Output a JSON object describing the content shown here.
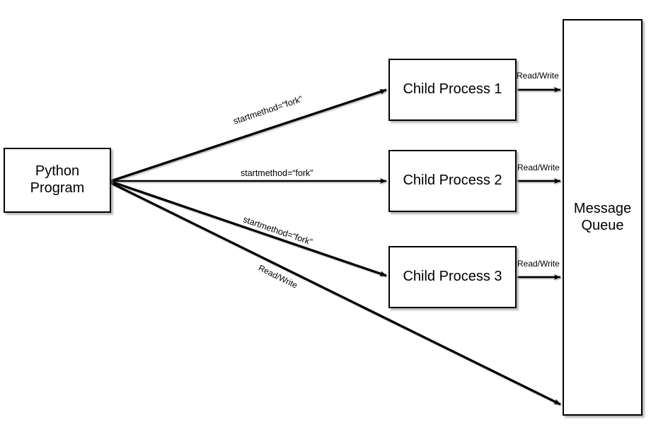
{
  "diagram": {
    "title": "Python multiprocessing fork diagram",
    "background_color": "#ffffff",
    "stroke_color": "#000000",
    "shadow_color": "#828282"
  },
  "nodes": {
    "python_program": {
      "label": "Python\nProgram"
    },
    "child_process_1": {
      "label": "Child Process 1"
    },
    "child_process_2": {
      "label": "Child Process 2"
    },
    "child_process_3": {
      "label": "Child Process 3"
    },
    "message_queue": {
      "label": "Message\nQueue"
    }
  },
  "edges": [
    {
      "id": "fork-1",
      "label": "startmethod=“fork”",
      "from": "python_program",
      "to": "child_process_1"
    },
    {
      "id": "fork-2",
      "label": "startmethod=“fork”",
      "from": "python_program",
      "to": "child_process_2"
    },
    {
      "id": "fork-3",
      "label": "startmethod=“fork”",
      "from": "python_program",
      "to": "child_process_3"
    },
    {
      "id": "program-queue",
      "label": "Read/Write",
      "from": "python_program",
      "to": "message_queue"
    },
    {
      "id": "child1-queue",
      "label": "Read/Write",
      "from": "child_process_1",
      "to": "message_queue"
    },
    {
      "id": "child2-queue",
      "label": "Read/Write",
      "from": "child_process_2",
      "to": "message_queue"
    },
    {
      "id": "child3-queue",
      "label": "Read/Write",
      "from": "child_process_3",
      "to": "message_queue"
    }
  ]
}
